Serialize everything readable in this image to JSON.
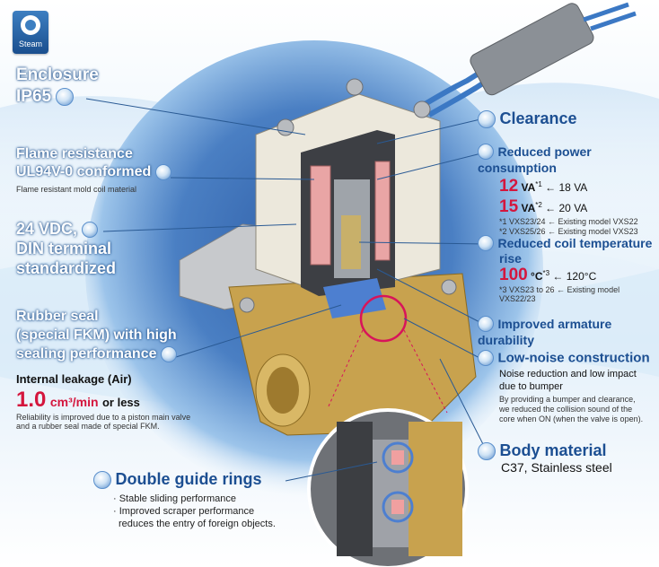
{
  "badge": {
    "label": "Steam"
  },
  "left": {
    "enclosure": {
      "line1": "Enclosure",
      "line2": "IP65"
    },
    "flame": {
      "line1": "Flame resistance",
      "line2": "UL94V-0 conformed",
      "note": "Flame resistant mold coil material"
    },
    "vdc": {
      "line1": "24 VDC,",
      "line2": "DIN terminal",
      "line3": "standardized"
    },
    "rubber": {
      "line1": "Rubber seal",
      "line2": "(special FKM) with high",
      "line3": "sealing performance"
    },
    "leak": {
      "title": "Internal leakage (Air)",
      "value": "1.0",
      "unit": "cm³/min",
      "suffix": "or less",
      "note1": "Reliability is improved due to a piston main valve",
      "note2": "and a rubber seal made of special FKM."
    }
  },
  "right": {
    "clearance": "Clearance",
    "power": {
      "title": "Reduced power consumption",
      "row1": {
        "value": "12",
        "unit": "VA",
        "sup": "*1",
        "rest": "← 18 VA"
      },
      "row2": {
        "value": "15",
        "unit": "VA",
        "sup": "*2",
        "rest": "← 20 VA"
      },
      "note1": "*1 VXS23/24 ← Existing model VXS22",
      "note2": "*2 VXS25/26 ← Existing model VXS23"
    },
    "coil": {
      "title1": "Reduced coil temperature",
      "title2": "rise",
      "value": "100",
      "unit": "°C",
      "sup": "*3",
      "rest": "← 120°C",
      "note": "*3 VXS23 to 26 ← Existing model VXS22/23"
    },
    "armature": "Improved armature durability",
    "noise": {
      "title": "Low-noise construction",
      "line1": "Noise reduction and low impact",
      "line2": "due to bumper",
      "note1": "By providing a bumper and clearance,",
      "note2": "we reduced the collision sound of the",
      "note3": "core when ON (when the valve is open)."
    },
    "body": {
      "title": "Body material",
      "value": "C37, Stainless steel"
    }
  },
  "guide": {
    "title": "Double guide rings",
    "item1": "· Stable sliding performance",
    "item2": "· Improved scraper performance",
    "item3": "reduces the entry of foreign objects."
  }
}
